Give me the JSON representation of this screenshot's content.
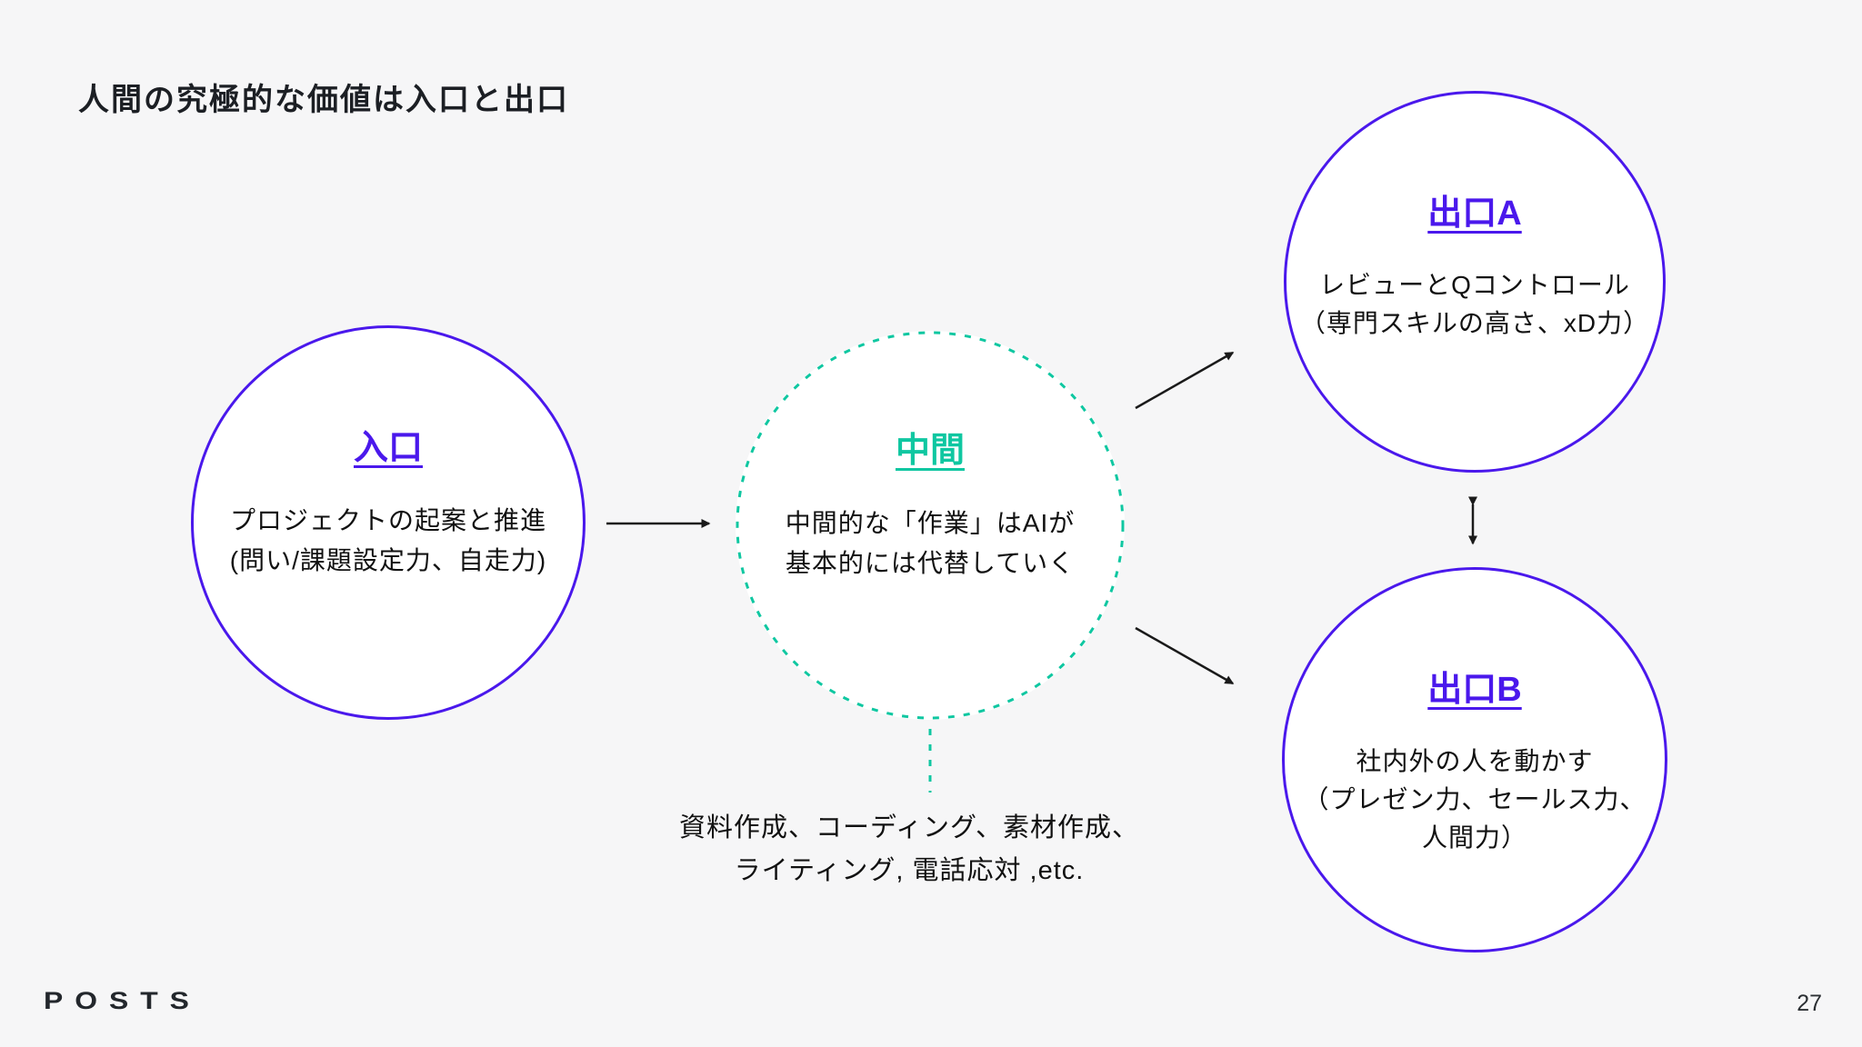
{
  "slide": {
    "title": "人間の究極的な価値は入口と出口",
    "logo": "POSTS",
    "page_number": "27"
  },
  "nodes": {
    "entrance": {
      "label": "入口",
      "body": [
        "プロジェクトの起案と推進",
        "(問い/課題設定力、自走力)"
      ]
    },
    "middle": {
      "label": "中間",
      "body": [
        "中間的な「作業」はAIが",
        "基本的には代替していく"
      ]
    },
    "exit_a": {
      "label": "出口A",
      "body": [
        "レビューとQコントロール",
        "（専門スキルの高さ、xD力）"
      ]
    },
    "exit_b": {
      "label": "出口B",
      "body": [
        "社内外の人を動かす",
        "（プレゼン力、セールス力、",
        "人間力）"
      ]
    }
  },
  "caption": {
    "line1": "資料作成、コーディング、素材作成、",
    "line2": "ライティング, 電話応対 ,etc."
  },
  "colors": {
    "accent_blue": "#4a18ec",
    "accent_teal": "#0fc7a1",
    "arrow_black": "#1a1a1a",
    "background": "#f6f6f7"
  }
}
